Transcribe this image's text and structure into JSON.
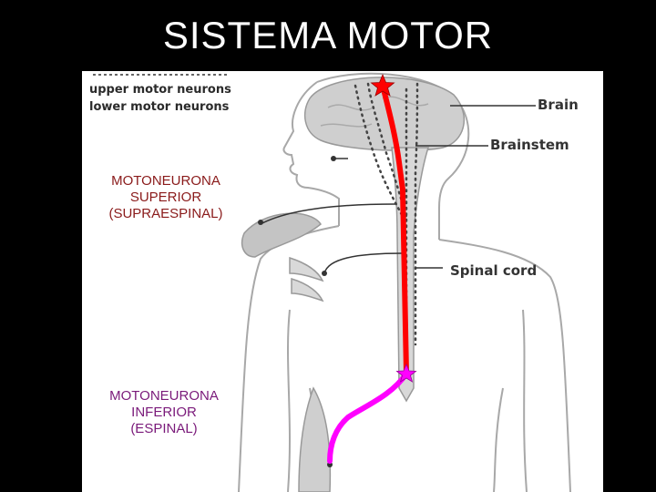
{
  "slide": {
    "title": "SISTEMA MOTOR"
  },
  "legend": {
    "upper": "upper motor neurons",
    "lower": "lower motor neurons"
  },
  "callouts": {
    "brain": "Brain",
    "brainstem": "Brainstem",
    "spinal_cord": "Spinal cord"
  },
  "labels": {
    "superior": [
      "MOTONEURONA",
      "SUPERIOR",
      "(SUPRAESPINAL)"
    ],
    "inferior": [
      "MOTONEURONA",
      "INFERIOR",
      "(ESPINAL)"
    ]
  },
  "colors": {
    "upper_pathway": "#ff0000",
    "lower_pathway": "#ff00ff",
    "superior_label": "#8a1a1a",
    "inferior_label": "#7a1a7a"
  },
  "icons": {
    "start_marker": "star-icon",
    "junction_marker": "star-icon"
  }
}
